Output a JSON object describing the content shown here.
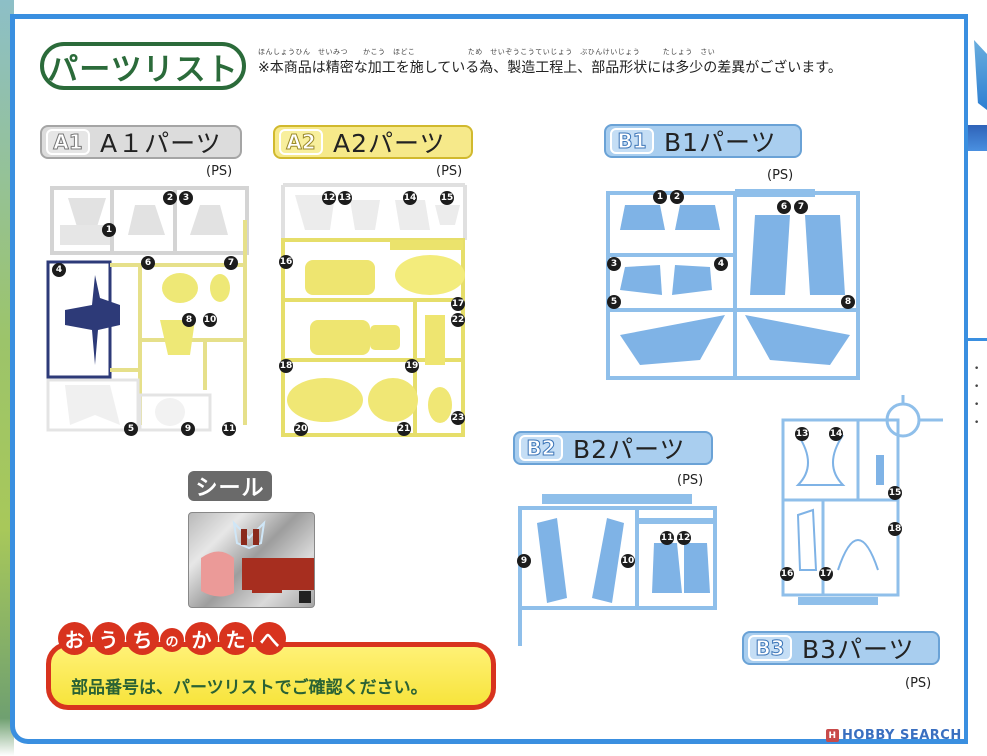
{
  "header": {
    "title": "パーツリスト",
    "notice_ruby": "ほんしょうひん　せいみつ　　かこう　ほどこ　　　　　　　ため　せいぞうこうていじょう　ぶひんけいじょう　　　たしょう　さい",
    "notice_text": "※本商品は精密な加工を施している為、製造工程上、部品形状には多少の差異がございます。"
  },
  "colors": {
    "frame_blue": "#3a8fe0",
    "title_green": "#2b6b3a",
    "runner_gray": "#d8d8d8",
    "runner_yellow": "#eae47a",
    "runner_navy": "#2d3a78",
    "runner_blue": "#8fbfea",
    "notice_red": "#d8331e",
    "notice_yellow": "#fff176"
  },
  "runners": [
    {
      "id": "A1",
      "code": "A1",
      "label": "A１パーツ",
      "material": "(PS)",
      "parts": [
        "1",
        "2",
        "3",
        "4",
        "5",
        "6",
        "7",
        "8",
        "9",
        "10",
        "11"
      ]
    },
    {
      "id": "A2",
      "code": "A2",
      "label": "A2パーツ",
      "material": "(PS)",
      "parts": [
        "12",
        "13",
        "14",
        "15",
        "16",
        "17",
        "18",
        "19",
        "20",
        "21",
        "22",
        "23"
      ]
    },
    {
      "id": "B1",
      "code": "B1",
      "label": "B1パーツ",
      "material": "(PS)",
      "parts": [
        "1",
        "2",
        "3",
        "4",
        "5",
        "6",
        "7",
        "8"
      ]
    },
    {
      "id": "B2",
      "code": "B2",
      "label": "B2パーツ",
      "material": "(PS)",
      "parts": [
        "9",
        "10",
        "11",
        "12"
      ]
    },
    {
      "id": "B3",
      "code": "B3",
      "label": "B3パーツ",
      "material": "(PS)",
      "parts": [
        "13",
        "14",
        "15",
        "16",
        "17",
        "18"
      ]
    }
  ],
  "sticker": {
    "label": "シール"
  },
  "parents_notice": {
    "bubbles": [
      "お",
      "う",
      "ち",
      "の",
      "か",
      "た",
      "へ"
    ],
    "message": "部品番号は、パーツリストでご確認ください。"
  },
  "watermark": {
    "logo": "H",
    "text": "HOBBY SEARCH"
  }
}
